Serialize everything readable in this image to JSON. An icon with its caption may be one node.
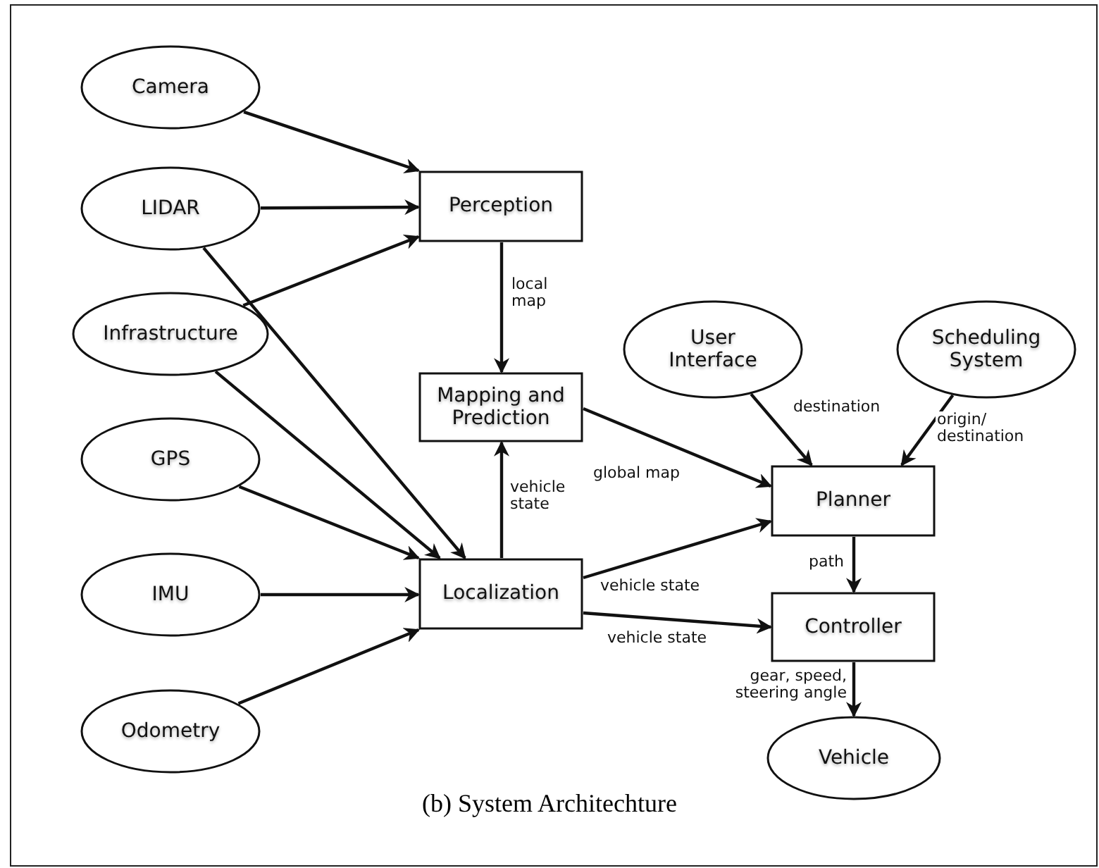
{
  "diagram": {
    "caption": "(b) System Architechture",
    "nodes": [
      {
        "text": [
          "Camera"
        ]
      },
      {
        "text": [
          "LIDAR"
        ]
      },
      {
        "text": [
          "Infrastructure"
        ]
      },
      {
        "text": [
          "GPS"
        ]
      },
      {
        "text": [
          "IMU"
        ]
      },
      {
        "text": [
          "Odometry"
        ]
      },
      {
        "text": [
          "Perception"
        ]
      },
      {
        "text": [
          "Mapping and Prediction"
        ]
      },
      {
        "text": [
          "Localization"
        ]
      },
      {
        "text": [
          "User Interface"
        ]
      },
      {
        "text": [
          "Scheduling System"
        ]
      },
      {
        "text": [
          "Planner"
        ]
      },
      {
        "text": [
          "Controller"
        ]
      },
      {
        "text": [
          "Vehicle"
        ]
      }
    ],
    "edges": [
      {
        "from": 0,
        "to": 6,
        "arrow": "to"
      },
      {
        "from": 1,
        "to": 6,
        "arrow": "to"
      },
      {
        "from": 2,
        "to": 6,
        "arrow": "to"
      },
      {
        "from": 1,
        "to": 8,
        "arrow": "to"
      },
      {
        "from": 2,
        "to": 8,
        "arrow": "to"
      },
      {
        "from": 3,
        "to": 8,
        "arrow": "to"
      },
      {
        "from": 4,
        "to": 8,
        "arrow": "to"
      },
      {
        "from": 5,
        "to": 8,
        "arrow": "to"
      },
      {
        "from": 6,
        "to": 7,
        "arrow": "to",
        "label": "local map"
      },
      {
        "from": 8,
        "to": 7,
        "arrow": "to",
        "label": "vehicle state"
      },
      {
        "from": 7,
        "to": 11,
        "arrow": "to",
        "label": "global map"
      },
      {
        "from": 8,
        "to": 11,
        "arrow": "to",
        "label": "vehicle state"
      },
      {
        "from": 8,
        "to": 12,
        "arrow": "to",
        "label": "vehicle state"
      },
      {
        "from": 9,
        "to": 11,
        "arrow": "to",
        "label": "destination"
      },
      {
        "from": 10,
        "to": 11,
        "arrow": "to",
        "label": "origin/ destination"
      },
      {
        "from": 11,
        "to": 12,
        "arrow": "to",
        "label": "path"
      },
      {
        "from": 12,
        "to": 13,
        "arrow": "to",
        "label": "gear, speed, steering angle"
      }
    ]
  }
}
